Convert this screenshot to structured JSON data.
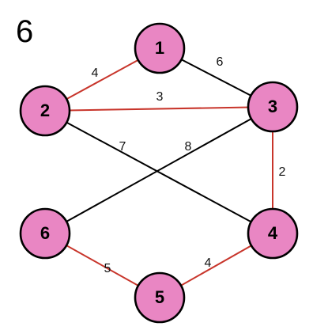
{
  "title": "6",
  "colors": {
    "node_fill": "#e986c3",
    "node_stroke": "#000000",
    "edge_highlight": "#c8352b",
    "edge_default": "#000000"
  },
  "nodes": [
    {
      "id": "1",
      "label": "1"
    },
    {
      "id": "2",
      "label": "2"
    },
    {
      "id": "3",
      "label": "3"
    },
    {
      "id": "4",
      "label": "4"
    },
    {
      "id": "5",
      "label": "5"
    },
    {
      "id": "6",
      "label": "6"
    }
  ],
  "edges": [
    {
      "from": "1",
      "to": "2",
      "weight": "4",
      "highlighted": true
    },
    {
      "from": "1",
      "to": "3",
      "weight": "6",
      "highlighted": false
    },
    {
      "from": "2",
      "to": "3",
      "weight": "3",
      "highlighted": true
    },
    {
      "from": "2",
      "to": "4",
      "weight": "7",
      "highlighted": false
    },
    {
      "from": "3",
      "to": "6",
      "weight": "8",
      "highlighted": false
    },
    {
      "from": "3",
      "to": "4",
      "weight": "2",
      "highlighted": true
    },
    {
      "from": "6",
      "to": "5",
      "weight": "5",
      "highlighted": true
    },
    {
      "from": "5",
      "to": "4",
      "weight": "4",
      "highlighted": true
    }
  ]
}
